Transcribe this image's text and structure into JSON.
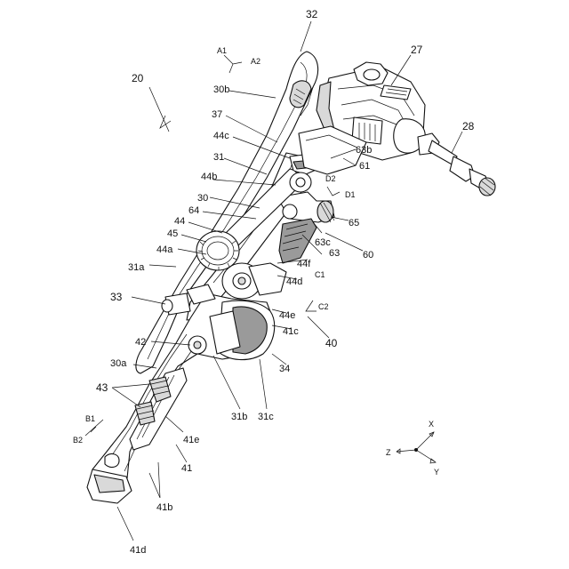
{
  "labels": {
    "l20": "20",
    "l32": "32",
    "lA1": "A1",
    "lA2": "A2",
    "l27": "27",
    "l28": "28",
    "l30b": "30b",
    "l37": "37",
    "l44c": "44c",
    "l31": "31",
    "l44b": "44b",
    "l63b": "63b",
    "l61": "61",
    "lD2": "D2",
    "lD1": "D1",
    "l30": "30",
    "l64": "64",
    "l44": "44",
    "l45": "45",
    "l65": "65",
    "l63c": "63c",
    "l63": "63",
    "l60": "60",
    "l44a": "44a",
    "l31a": "31a",
    "l44f": "44f",
    "l44d": "44d",
    "lC1": "C1",
    "l33": "33",
    "lC2": "C2",
    "l44e": "44e",
    "l41c": "41c",
    "l40": "40",
    "l42": "42",
    "l30a": "30a",
    "l34": "34",
    "l43": "43",
    "l31b": "31b",
    "l31c": "31c",
    "lB1": "B1",
    "lB2": "B2",
    "l41e": "41e",
    "l41": "41",
    "l41b": "41b",
    "l41d": "41d",
    "lX": "X",
    "lY": "Y",
    "lZ": "Z"
  }
}
